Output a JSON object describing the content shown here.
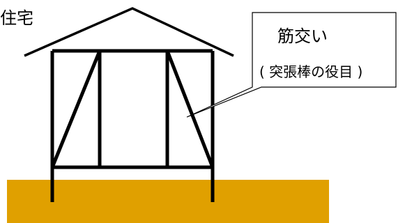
{
  "house_label": "住宅",
  "callout": {
    "title": "筋交い",
    "note": "( 突張棒の役目 )"
  },
  "colors": {
    "ground": "#e0a000",
    "frame": "#000000",
    "callout_border": "#000000",
    "background": "#ffffff"
  }
}
